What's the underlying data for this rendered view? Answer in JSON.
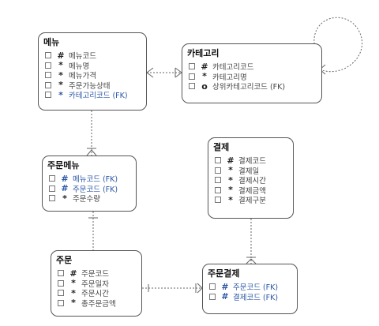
{
  "entities": {
    "menu": {
      "title": "메뉴",
      "attributes": [
        {
          "mark": "#",
          "name": "메뉴코드",
          "fk": false
        },
        {
          "mark": "*",
          "name": "메뉴명",
          "fk": false
        },
        {
          "mark": "*",
          "name": "메뉴가격",
          "fk": false
        },
        {
          "mark": "*",
          "name": "주문가능상태",
          "fk": false
        },
        {
          "mark": "*",
          "name": "카테고리코드 (FK)",
          "fk": true
        }
      ]
    },
    "category": {
      "title": "카테고리",
      "attributes": [
        {
          "mark": "#",
          "name": "카테고리코드",
          "fk": false
        },
        {
          "mark": "*",
          "name": "카테고리명",
          "fk": false
        },
        {
          "mark": "o",
          "name": "상위카테고리코드 (FK)",
          "fk": false
        }
      ]
    },
    "order_menu": {
      "title": "주문메뉴",
      "attributes": [
        {
          "mark": "#",
          "name": "메뉴코드 (FK)",
          "fk": true
        },
        {
          "mark": "#",
          "name": "주문코드 (FK)",
          "fk": true
        },
        {
          "mark": "*",
          "name": "주문수량",
          "fk": false
        }
      ]
    },
    "payment": {
      "title": "결제",
      "attributes": [
        {
          "mark": "#",
          "name": "결제코드",
          "fk": false
        },
        {
          "mark": "*",
          "name": "결제일",
          "fk": false
        },
        {
          "mark": "*",
          "name": "결제시간",
          "fk": false
        },
        {
          "mark": "*",
          "name": "결제금액",
          "fk": false
        },
        {
          "mark": "*",
          "name": "결제구분",
          "fk": false
        }
      ]
    },
    "order": {
      "title": "주문",
      "attributes": [
        {
          "mark": "#",
          "name": "주문코드",
          "fk": false
        },
        {
          "mark": "*",
          "name": "주문일자",
          "fk": false
        },
        {
          "mark": "*",
          "name": "주문시간",
          "fk": false
        },
        {
          "mark": "*",
          "name": "총주문금액",
          "fk": false
        }
      ]
    },
    "order_payment": {
      "title": "주문결제",
      "attributes": [
        {
          "mark": "#",
          "name": "주문코드 (FK)",
          "fk": true
        },
        {
          "mark": "#",
          "name": "결제코드 (FK)",
          "fk": true
        }
      ]
    }
  },
  "colors": {
    "border": "#555555",
    "fk_text": "#2a56a6",
    "line": "#666666"
  }
}
